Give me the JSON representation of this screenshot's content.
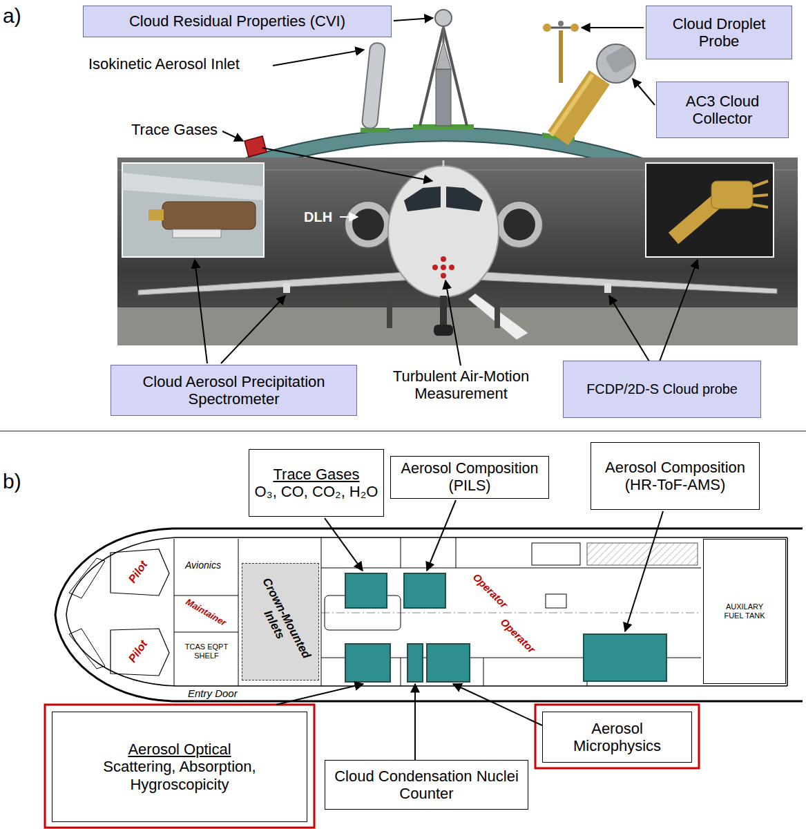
{
  "diagram": {
    "nodes": [
      {
        "text": [
          "Cloud Residual Properties (CVI)"
        ]
      },
      {
        "text": [
          "Cloud Droplet Probe"
        ]
      },
      {
        "text": [
          "AC3 Cloud Collector"
        ]
      },
      {
        "text": [
          "Cloud Aerosol Precipitation Spectrometer"
        ]
      },
      {
        "text": [
          "FCDP/2D-S Cloud probe"
        ]
      },
      {
        "text": [
          "Trace Gases",
          "O₃, CO, CO₂, H₂O"
        ]
      },
      {
        "text": [
          "Aerosol Composition (PILS)"
        ]
      },
      {
        "text": [
          "Crown-Mounted Inlets"
        ]
      },
      {
        "text": [
          "AUXILARY FUEL TANK"
        ]
      },
      {
        "text": [
          "Aerosol Composition (HR-ToF-AMS)"
        ]
      },
      {
        "text": [
          "Aerosol Optical",
          "Scattering, Absorption, Hygroscopicity"
        ]
      },
      {
        "text": [
          "Cloud Condensation Nuclei Counter"
        ]
      },
      {
        "text": [
          "Aerosol Microphysics"
        ]
      }
    ],
    "labels": [
      "a)",
      "Isokinetic Aerosol Inlet",
      "Trace Gases",
      "DLH",
      "Turbulent Air-Motion Measurement",
      "b)",
      "Pilot",
      "Pilot",
      "Maintainer",
      "Avionics",
      "TCAS EQPT SHELF",
      "Entry Door",
      "Operator",
      "Operator"
    ]
  }
}
